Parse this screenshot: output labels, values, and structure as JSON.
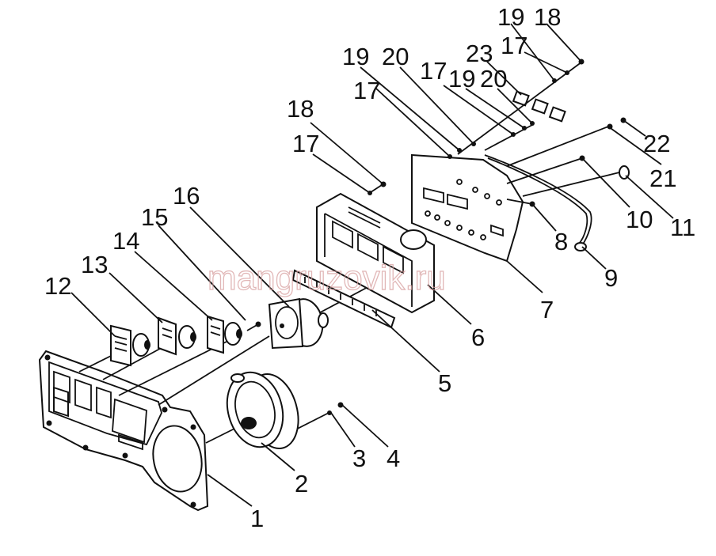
{
  "callouts": [
    {
      "id": "c1",
      "label": "1"
    },
    {
      "id": "c2",
      "label": "2"
    },
    {
      "id": "c3",
      "label": "3"
    },
    {
      "id": "c4",
      "label": "4"
    },
    {
      "id": "c5",
      "label": "5"
    },
    {
      "id": "c6",
      "label": "6"
    },
    {
      "id": "c7",
      "label": "7"
    },
    {
      "id": "c8",
      "label": "8"
    },
    {
      "id": "c9",
      "label": "9"
    },
    {
      "id": "c10",
      "label": "10"
    },
    {
      "id": "c11",
      "label": "11"
    },
    {
      "id": "c12",
      "label": "12"
    },
    {
      "id": "c13",
      "label": "13"
    },
    {
      "id": "c14",
      "label": "14"
    },
    {
      "id": "c15",
      "label": "15"
    },
    {
      "id": "c16",
      "label": "16"
    },
    {
      "id": "c17a",
      "label": "17"
    },
    {
      "id": "c17b",
      "label": "17"
    },
    {
      "id": "c17c",
      "label": "17"
    },
    {
      "id": "c17d",
      "label": "17"
    },
    {
      "id": "c18a",
      "label": "18"
    },
    {
      "id": "c18b",
      "label": "18"
    },
    {
      "id": "c19a",
      "label": "19"
    },
    {
      "id": "c19b",
      "label": "19"
    },
    {
      "id": "c19c",
      "label": "19"
    },
    {
      "id": "c20a",
      "label": "20"
    },
    {
      "id": "c20b",
      "label": "20"
    },
    {
      "id": "c21",
      "label": "21"
    },
    {
      "id": "c22",
      "label": "22"
    },
    {
      "id": "c23",
      "label": "23"
    }
  ],
  "watermark": "mangruzovik.ru"
}
